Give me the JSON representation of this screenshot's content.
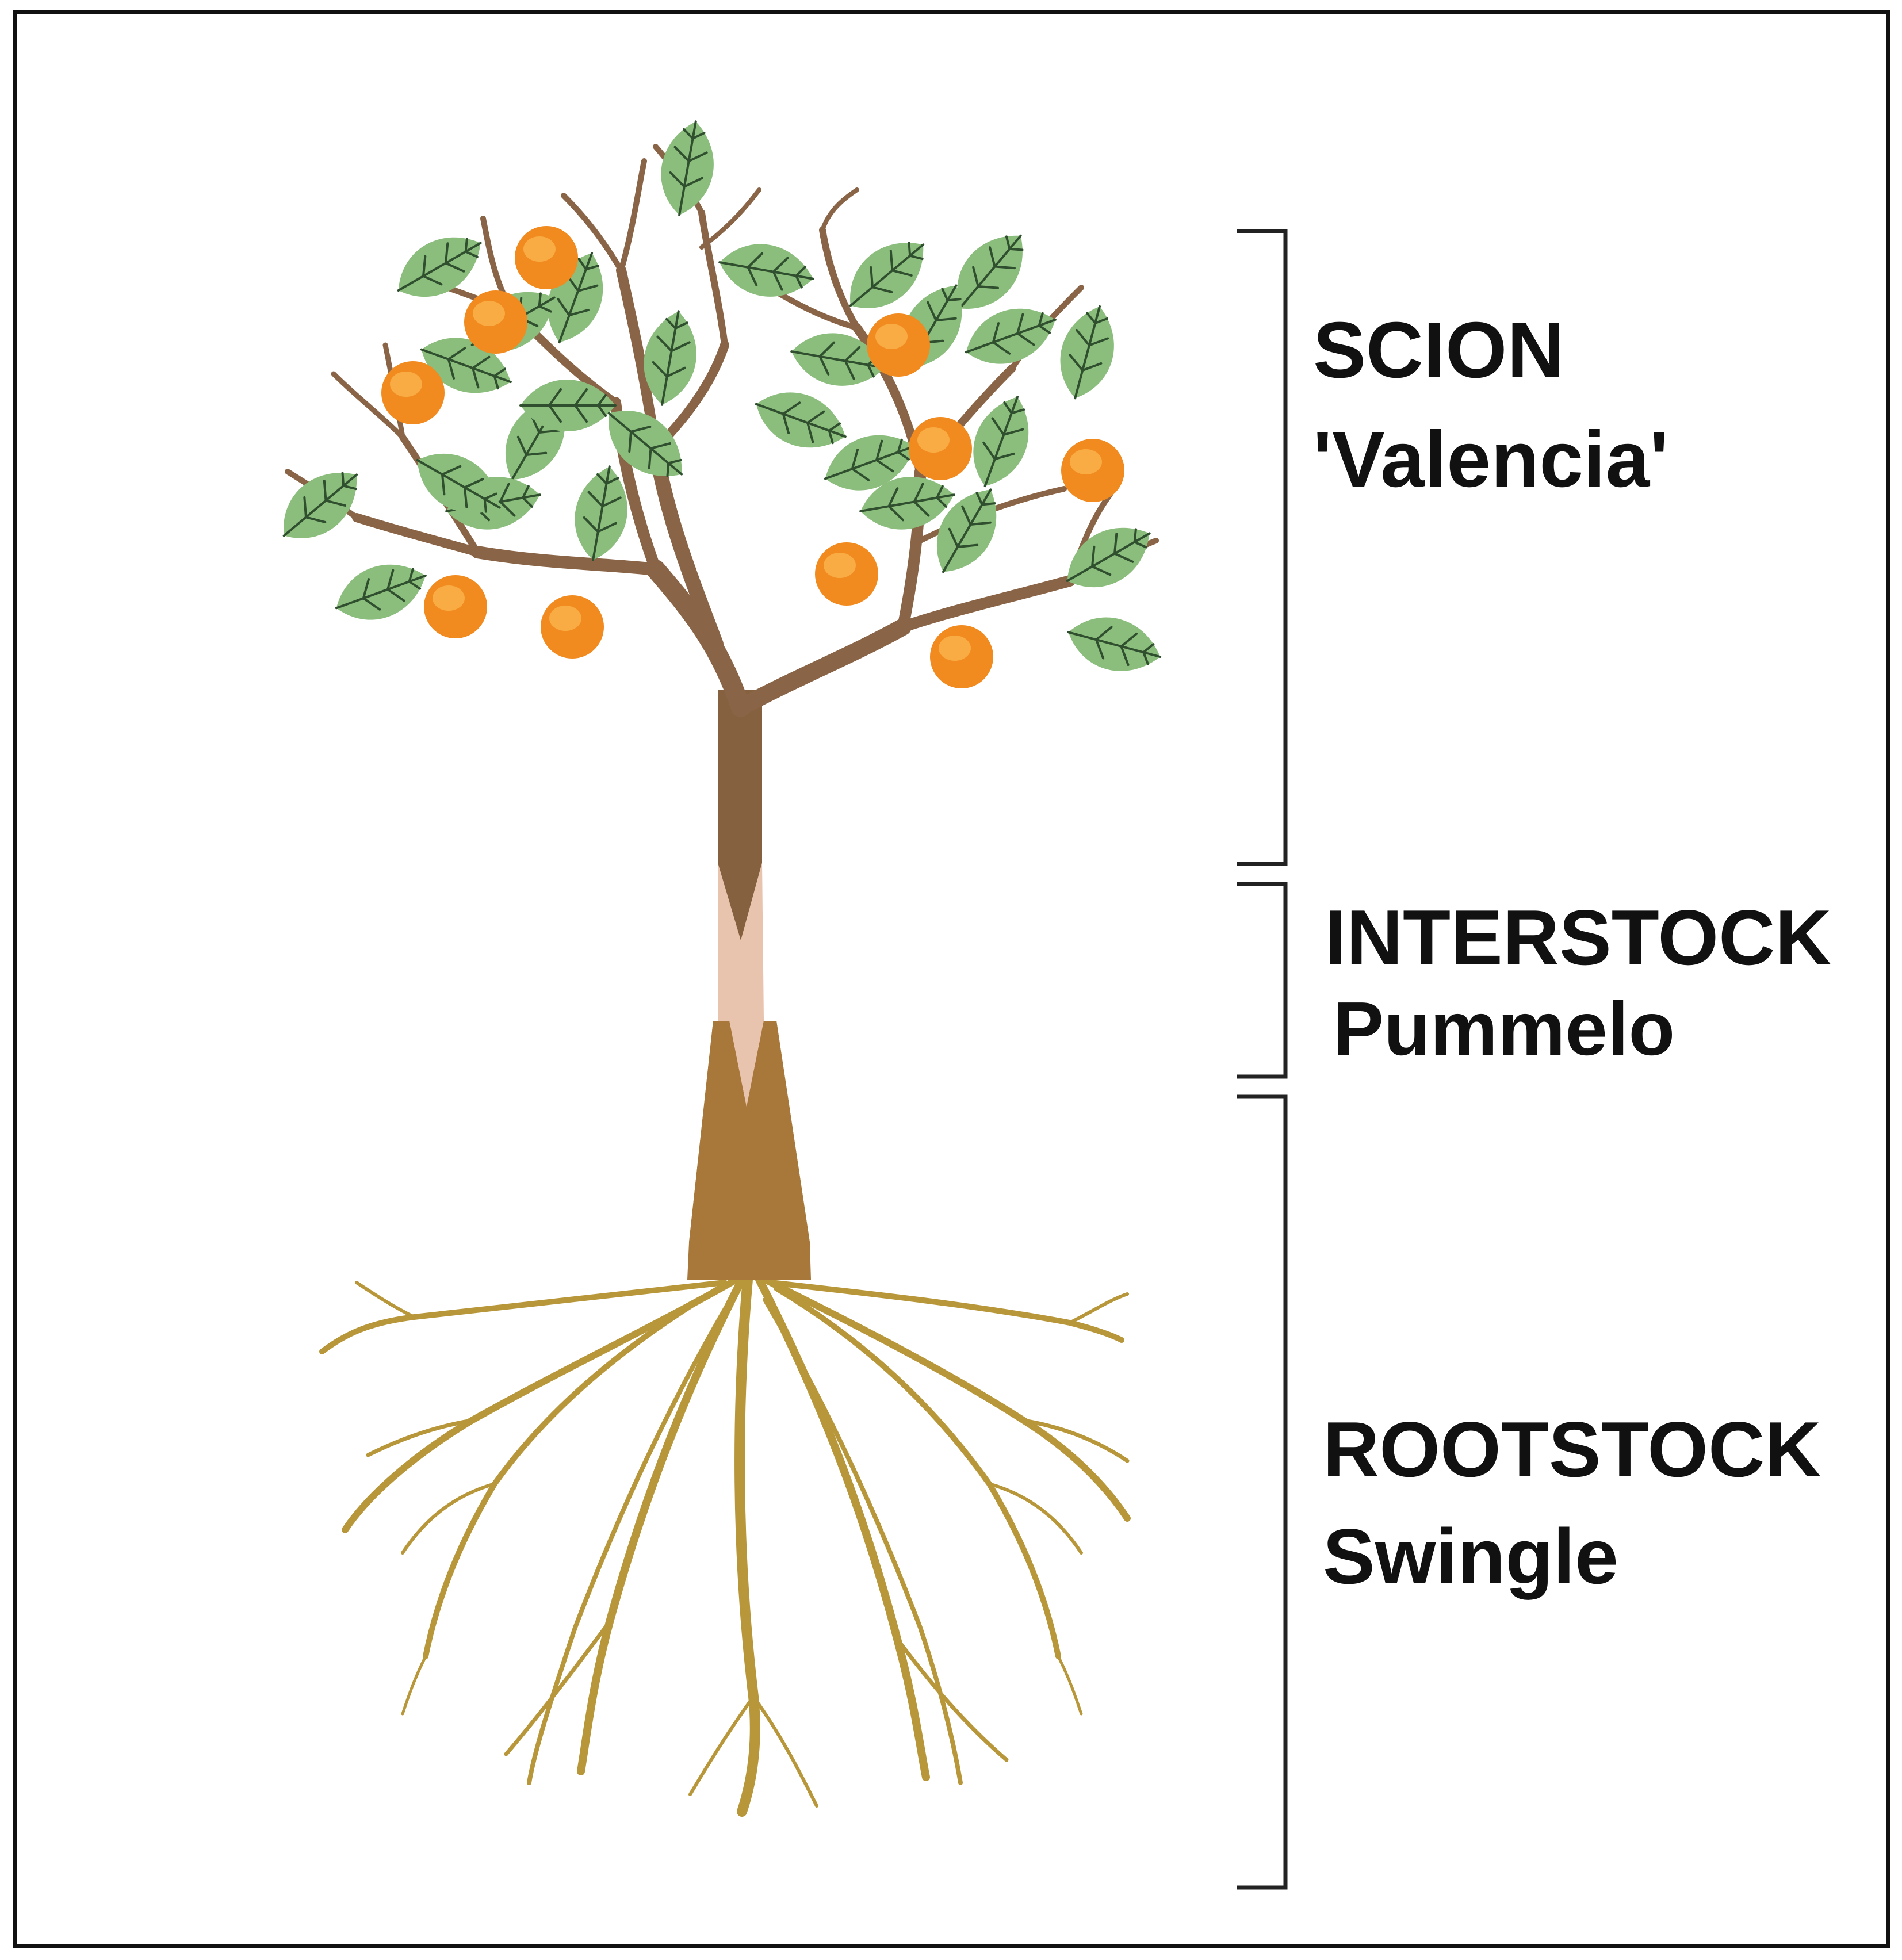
{
  "segments": [
    {
      "id": "scion",
      "heading": "SCION",
      "variety": "'Valencia'"
    },
    {
      "id": "interstock",
      "heading": "INTERSTOCK",
      "variety": "Pummelo"
    },
    {
      "id": "rootstock",
      "heading": "ROOTSTOCK",
      "variety": "Swingle"
    }
  ],
  "colors": {
    "trunk": "#86613f",
    "branch": "#8a6446",
    "leaf": "#8bbd7c",
    "leaf_vein": "#2f4f2f",
    "fruit": "#f18a1f",
    "fruit_highlight": "#f9b24a",
    "interstock": "#e8c3ad",
    "rootstock": "#a8783a",
    "root": "#b8973b",
    "bracket": "#222222"
  }
}
